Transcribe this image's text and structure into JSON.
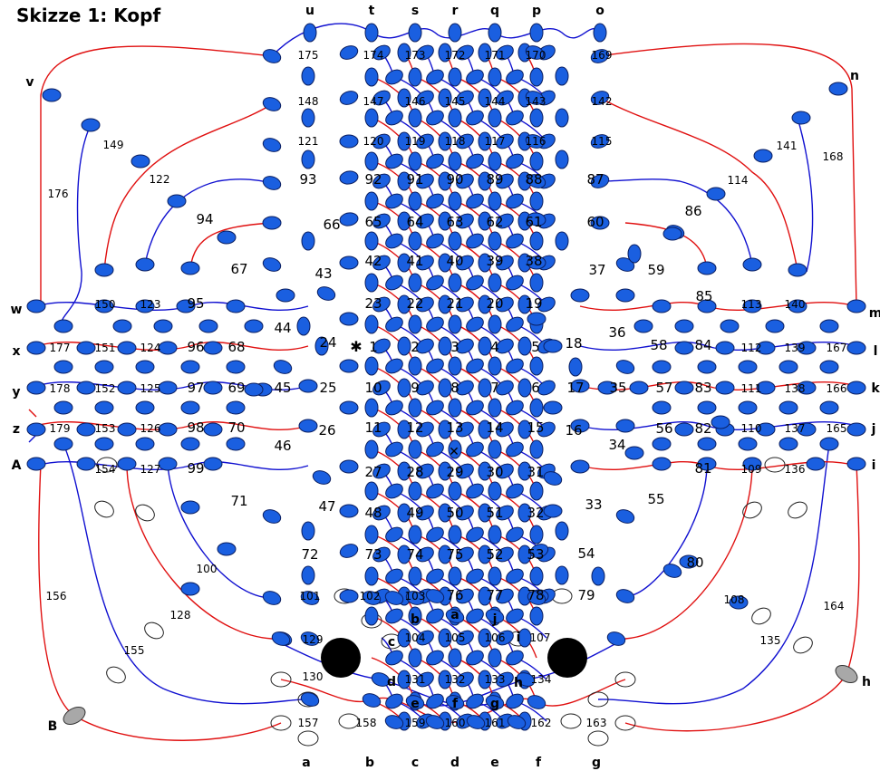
{
  "title": "Skizze 1: Kopf",
  "colors": {
    "node_fill": "#1a5fe0",
    "node_stroke": "#0a1e60",
    "red_line": "#e01010",
    "blue_line": "#1010d0",
    "gray_node": "#a8a8a8",
    "black_dot": "#000000"
  },
  "numbers": [
    "1",
    "2",
    "3",
    "4",
    "5",
    "6",
    "7",
    "8",
    "9",
    "10",
    "11",
    "12",
    "13",
    "14",
    "15",
    "16",
    "17",
    "18",
    "19",
    "20",
    "21",
    "22",
    "23",
    "24",
    "25",
    "26",
    "27",
    "28",
    "29",
    "30",
    "31",
    "32",
    "33",
    "34",
    "35",
    "36",
    "37",
    "38",
    "39",
    "40",
    "41",
    "42",
    "43",
    "44",
    "45",
    "46",
    "47",
    "48",
    "49",
    "50",
    "51",
    "52",
    "53",
    "54",
    "55",
    "56",
    "57",
    "58",
    "59",
    "60",
    "61",
    "62",
    "63",
    "64",
    "65",
    "66",
    "67",
    "68",
    "69",
    "70",
    "71",
    "72",
    "73",
    "74",
    "75",
    "76",
    "77",
    "78",
    "79",
    "80",
    "81",
    "82",
    "83",
    "84",
    "85",
    "86",
    "87",
    "88",
    "89",
    "90",
    "91",
    "92",
    "93",
    "94",
    "95",
    "96",
    "97",
    "98",
    "99",
    "100",
    "101",
    "102",
    "103",
    "104",
    "105",
    "106",
    "107",
    "108",
    "109",
    "110",
    "111",
    "112",
    "113",
    "114",
    "115",
    "116",
    "117",
    "118",
    "119",
    "120",
    "121",
    "122",
    "123",
    "124",
    "125",
    "126",
    "127",
    "128",
    "129",
    "130",
    "131",
    "132",
    "133",
    "134",
    "135",
    "136",
    "137",
    "138",
    "139",
    "140",
    "141",
    "142",
    "143",
    "144",
    "145",
    "146",
    "147",
    "148",
    "149",
    "150",
    "151",
    "152",
    "153",
    "154",
    "155",
    "156",
    "157",
    "158",
    "159",
    "160",
    "161",
    "162",
    "163",
    "164",
    "165",
    "166",
    "167",
    "168",
    "169",
    "170",
    "171",
    "172",
    "173",
    "174",
    "175",
    "176",
    "177",
    "178",
    "179"
  ],
  "top_letters": [
    "u",
    "t",
    "s",
    "r",
    "q",
    "p",
    "o"
  ],
  "bottom_letters": [
    "a",
    "b",
    "c",
    "d",
    "e",
    "f",
    "g"
  ],
  "left_letters": [
    "v",
    "w",
    "x",
    "y",
    "z",
    "A",
    "B"
  ],
  "right_letters": [
    "n",
    "m",
    "l",
    "k",
    "j",
    "i",
    "h"
  ],
  "inner_letters": [
    "b",
    "a",
    "j",
    "c",
    "i",
    "d",
    "e",
    "f",
    "g",
    "h"
  ]
}
